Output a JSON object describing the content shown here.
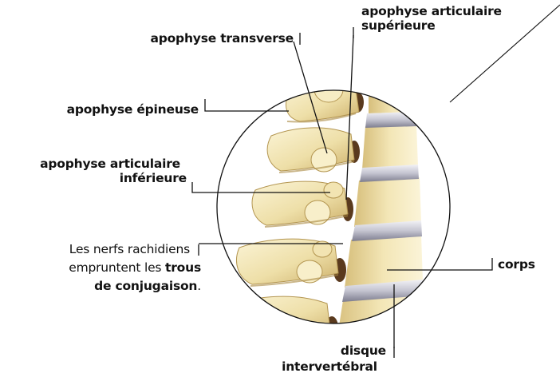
{
  "labels": {
    "apophyse_transverse": "apophyse transverse",
    "apophyse_articulaire_superieure": [
      "apophyse articulaire",
      "supérieure"
    ],
    "apophyse_epineuse": "apophyse épineuse",
    "apophyse_articulaire_inferieure": [
      "apophyse articulaire",
      "inférieure"
    ],
    "nerfs": {
      "line1": "Les nerfs rachidiens",
      "line2_plain": "empruntent les ",
      "line2_bold": "trous",
      "line3_bold": "de conjugaison",
      "line3_plain": "."
    },
    "corps": "corps",
    "disque_intervertebral": [
      "disque",
      "intervertébral"
    ]
  },
  "colors": {
    "bone": "#eedfa8",
    "bone_shadow": "#c9a95a",
    "bone_highlight": "#fbf4d6",
    "disc": "#c9c9d4",
    "disc_shadow": "#6f6f80",
    "foramen": "#5a3a1e",
    "leader": "#111111"
  }
}
